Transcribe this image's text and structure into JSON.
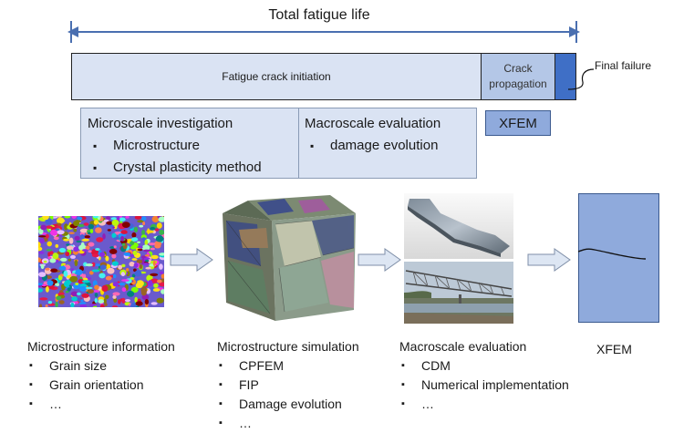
{
  "timeline": {
    "title": "Total fatigue life",
    "segments": {
      "initiation": "Fatigue crack initiation",
      "propagation_line1": "Crack",
      "propagation_line2": "propagation",
      "final_failure": "Final failure"
    }
  },
  "micro_box": {
    "heading": "Microscale investigation",
    "items": [
      "Microstructure",
      "Crystal plasticity method"
    ]
  },
  "macro_box": {
    "heading": "Macroscale evaluation",
    "items": [
      "damage evolution"
    ]
  },
  "xfem_box": {
    "label": "XFEM"
  },
  "stages": [
    {
      "title": "Microstructure information",
      "items": [
        "Grain size",
        "Grain orientation",
        "…"
      ]
    },
    {
      "title": "Microstructure simulation",
      "items": [
        "CPFEM",
        "FIP",
        "Damage evolution",
        "…"
      ]
    },
    {
      "title": "Macroscale evaluation",
      "items": [
        "CDM",
        "Numerical implementation",
        "…"
      ]
    },
    {
      "title": "XFEM",
      "items": []
    }
  ],
  "colors": {
    "light_blue": "#dae3f3",
    "mid_blue": "#b4c7e7",
    "dark_blue": "#3f6fc6",
    "xfem_fill": "#8faadc",
    "arrow_fill": "#dde6f3",
    "timeline_arrow": "#4a6fb0"
  },
  "icons": {
    "timeline": "double-headed-arrow",
    "flow": "block-arrow-right"
  }
}
